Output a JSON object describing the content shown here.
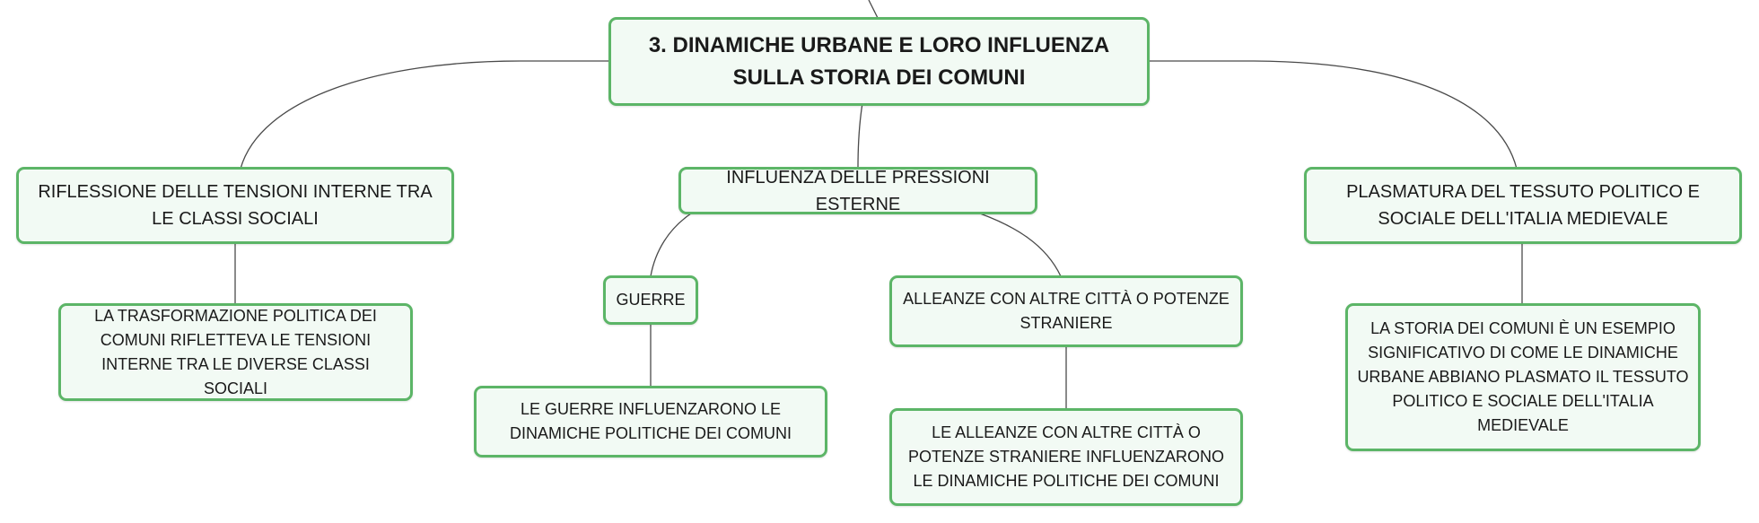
{
  "colors": {
    "node_border": "#5cb567",
    "node_fill": "#f2faf4",
    "connector": "#4a4a4a"
  },
  "root": {
    "title": "3. DINAMICHE URBANE E LORO INFLUENZA SULLA STORIA DEI COMUNI"
  },
  "branches": {
    "tensioni": {
      "label": "RIFLESSIONE DELLE TENSIONI INTERNE TRA LE CLASSI SOCIALI",
      "detail": "LA TRASFORMAZIONE POLITICA DEI COMUNI RIFLETTEVA LE TENSIONI INTERNE TRA LE DIVERSE CLASSI SOCIALI"
    },
    "pressioni": {
      "label": "INFLUENZA DELLE PRESSIONI ESTERNE",
      "guerre": {
        "label": "GUERRE",
        "detail": "LE GUERRE INFLUENZARONO LE DINAMICHE POLITICHE DEI COMUNI"
      },
      "alleanze": {
        "label": "ALLEANZE CON ALTRE CITTÀ O POTENZE STRANIERE",
        "detail": "LE ALLEANZE CON ALTRE CITTÀ O POTENZE STRANIERE INFLUENZARONO LE DINAMICHE POLITICHE DEI COMUNI"
      }
    },
    "plasmatura": {
      "label": "PLASMATURA DEL TESSUTO POLITICO E SOCIALE DELL'ITALIA MEDIEVALE",
      "detail": "LA STORIA DEI COMUNI È UN ESEMPIO SIGNIFICATIVO DI COME LE DINAMICHE URBANE ABBIANO PLASMATO IL TESSUTO POLITICO E SOCIALE DELL'ITALIA MEDIEVALE"
    }
  }
}
